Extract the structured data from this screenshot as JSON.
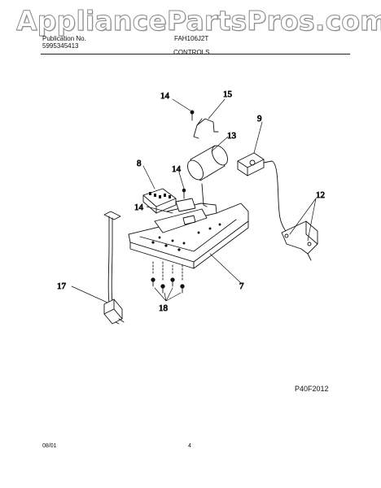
{
  "watermark": "AppliancePartsPros.com",
  "header": {
    "publication_label": "Publication No.",
    "publication_number": "5995345413",
    "model": "FAH106J2T",
    "section": "CONTROLS"
  },
  "callouts": [
    "14",
    "15",
    "13",
    "9",
    "8",
    "14",
    "12",
    "14",
    "17",
    "7",
    "18"
  ],
  "diagram_code": "P40F2012",
  "footer": {
    "date": "08/01",
    "page": "4"
  }
}
